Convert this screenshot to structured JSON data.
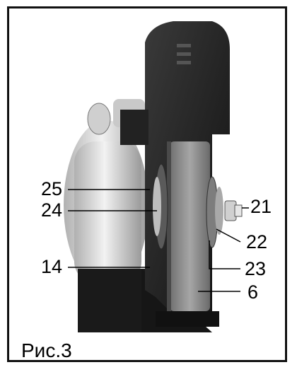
{
  "figure": {
    "caption": "Рис.3",
    "callouts": {
      "c25": "25",
      "c24": "24",
      "c14": "14",
      "c21": "21",
      "c22": "22",
      "c23": "23",
      "c6": "6"
    }
  },
  "colors": {
    "frame": "#111111",
    "housing_dark": "#1f1f1f",
    "motor_light": "#d9d9d9",
    "wheel_gray": "#8a8a8a",
    "background_white": "#ffffff"
  }
}
